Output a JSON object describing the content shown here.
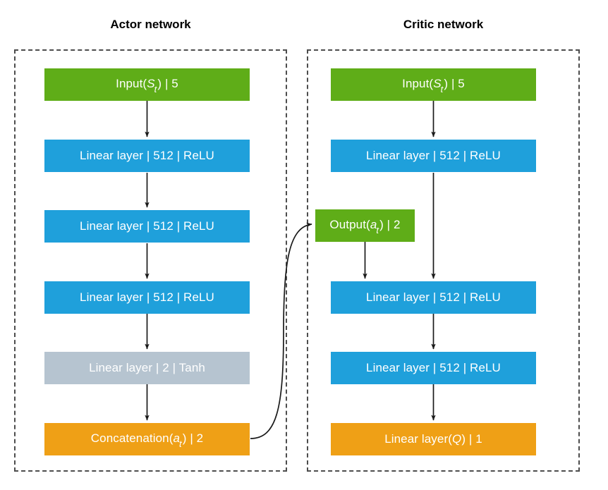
{
  "diagram": {
    "title_actor": "Actor network",
    "title_critic": "Critic network",
    "colors": {
      "input_green": "#5FAD18",
      "hidden_blue": "#1FA0DB",
      "tanh_gray": "#B6C4D0",
      "output_orange": "#EFA016",
      "frame_dash": "#4d4d4d",
      "arrow": "#1a1a1a",
      "background": "#ffffff"
    }
  },
  "actor": {
    "title": "Actor network",
    "nodes": [
      {
        "id": "actor-input",
        "kind": "input",
        "label": "Input(S_t) | 5",
        "text_prefix": "Input(",
        "var": "S",
        "sub": "t",
        "text_suffix": ") | 5"
      },
      {
        "id": "actor-fc1",
        "kind": "hidden",
        "label": "Linear layer | 512 | ReLU"
      },
      {
        "id": "actor-fc2",
        "kind": "hidden",
        "label": "Linear layer | 512 | ReLU"
      },
      {
        "id": "actor-fc3",
        "kind": "hidden",
        "label": "Linear layer | 512 | ReLU"
      },
      {
        "id": "actor-tanh",
        "kind": "tanh",
        "label": "Linear layer | 2 | Tanh"
      },
      {
        "id": "actor-concat",
        "kind": "output",
        "label": "Concatenation(a_t) | 2",
        "text_prefix": "Concatenation(",
        "var": "a",
        "sub": "t",
        "text_suffix": ") | 2"
      }
    ]
  },
  "critic": {
    "title": "Critic network",
    "nodes": [
      {
        "id": "critic-input",
        "kind": "input",
        "label": "Input(S_t) | 5",
        "text_prefix": "Input(",
        "var": "S",
        "sub": "t",
        "text_suffix": ") | 5"
      },
      {
        "id": "critic-fc1",
        "kind": "hidden",
        "label": "Linear layer | 512 | ReLU"
      },
      {
        "id": "critic-action",
        "kind": "input",
        "label": "Output(a_t) | 2",
        "text_prefix": "Output(",
        "var": "a",
        "sub": "t",
        "text_suffix": ") | 2"
      },
      {
        "id": "critic-fc2",
        "kind": "hidden",
        "label": "Linear layer | 512 | ReLU"
      },
      {
        "id": "critic-fc3",
        "kind": "hidden",
        "label": "Linear layer | 512 | ReLU"
      },
      {
        "id": "critic-q",
        "kind": "output",
        "label": "Linear layer(Q) | 1",
        "text_prefix": "Linear layer(",
        "var": "Q",
        "sub": "",
        "text_suffix": ") | 1"
      }
    ]
  },
  "edges": {
    "cross_link_from": "actor-concat",
    "cross_link_to": "critic-action"
  }
}
